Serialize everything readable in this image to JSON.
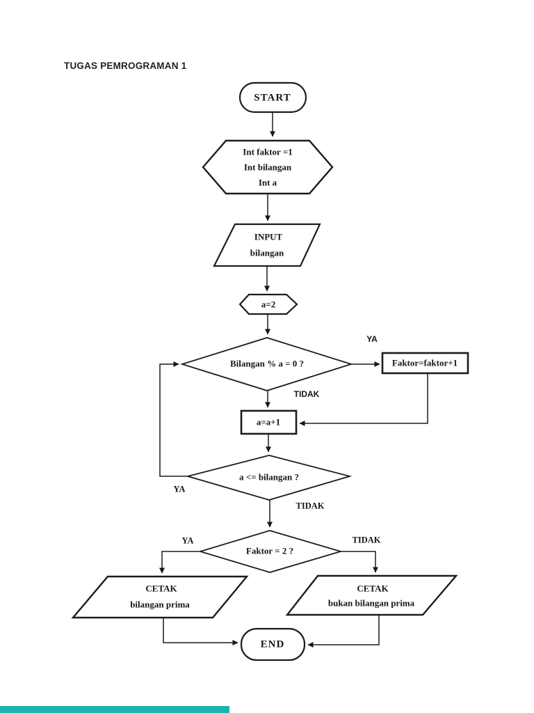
{
  "page": {
    "title": "TUGAS PEMROGRAMAN 1",
    "accent_bar_color": "#1cb2ae"
  },
  "flowchart": {
    "nodes": {
      "start": {
        "label": "START"
      },
      "declare": {
        "lines": [
          "Int faktor =1",
          "Int bilangan",
          "Int a"
        ]
      },
      "input": {
        "lines": [
          "INPUT",
          "bilangan"
        ]
      },
      "init_a": {
        "label": "a=2"
      },
      "decision_mod": {
        "label": "Bilangan % a = 0 ?"
      },
      "increment_faktor": {
        "label": "Faktor=faktor+1"
      },
      "increment_a": {
        "label": "a=a+1"
      },
      "decision_loop": {
        "label": "a <= bilangan ?"
      },
      "decision_prime": {
        "label": "Faktor = 2 ?"
      },
      "print_prime": {
        "lines": [
          "CETAK",
          "bilangan prima"
        ]
      },
      "print_not_prime": {
        "lines": [
          "CETAK",
          "bukan bilangan prima"
        ]
      },
      "end": {
        "label": "END"
      }
    },
    "edge_labels": {
      "mod_yes": "YA",
      "mod_no": "TIDAK",
      "loop_yes": "YA",
      "loop_no": "TIDAK",
      "prime_yes": "YA",
      "prime_no": "TIDAK"
    }
  }
}
